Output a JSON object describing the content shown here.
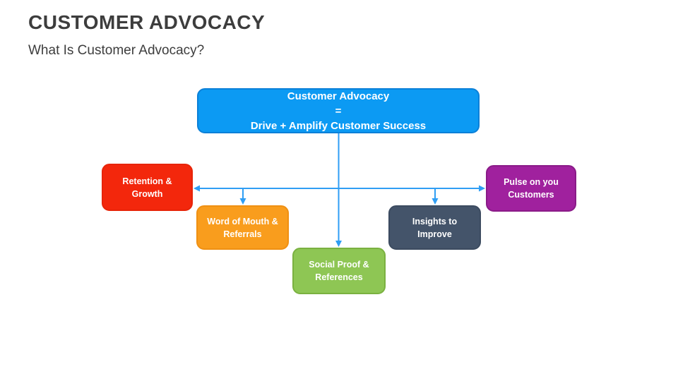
{
  "slide": {
    "title": "CUSTOMER ADVOCACY",
    "subtitle": "What Is Customer Advocacy?"
  },
  "diagram": {
    "root": {
      "label": "Customer Advocacy\n=\nDrive + Amplify Customer Success",
      "fill": "#0c9af3",
      "border": "#0b80d8"
    },
    "nodes": [
      {
        "id": "retention-growth",
        "label": "Retention &\nGrowth",
        "fill": "#f3270c",
        "border": "#e72408"
      },
      {
        "id": "word-of-mouth-referrals",
        "label": "Word of Mouth &\nReferrals",
        "fill": "#f99d1d",
        "border": "#ef9013"
      },
      {
        "id": "social-proof-references",
        "label": "Social Proof &\nReferences",
        "fill": "#8ec654",
        "border": "#7ab140"
      },
      {
        "id": "insights-to-improve",
        "label": "Insights to\nImprove",
        "fill": "#44546a",
        "border": "#3c4b60"
      },
      {
        "id": "pulse-on-customers",
        "label": "Pulse on you\nCustomers",
        "fill": "#a0219e",
        "border": "#8a1b88"
      }
    ],
    "connector_color": "#2f9ef4",
    "text_color": "#ffffff"
  }
}
